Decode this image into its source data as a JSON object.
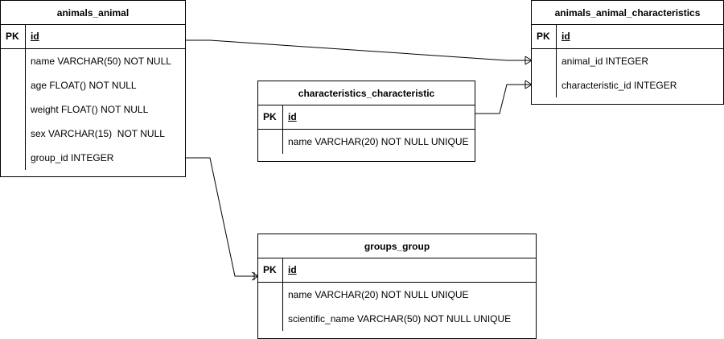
{
  "entities": {
    "animals_animal": {
      "title": "animals_animal",
      "pk_label": "PK",
      "pk_field": "id",
      "fields": [
        "name VARCHAR(50) NOT NULL",
        "age FLOAT() NOT NULL",
        "weight FLOAT() NOT NULL",
        "sex VARCHAR(15)  NOT NULL",
        "group_id INTEGER"
      ]
    },
    "animals_animal_characteristics": {
      "title": "animals_animal_characteristics",
      "pk_label": "PK",
      "pk_field": "id",
      "fields": [
        "animal_id INTEGER",
        "characteristic_id INTEGER"
      ]
    },
    "characteristics_characteristic": {
      "title": "characteristics_characteristic",
      "pk_label": "PK",
      "pk_field": "id",
      "fields": [
        "name VARCHAR(20) NOT NULL UNIQUE"
      ]
    },
    "groups_group": {
      "title": "groups_group",
      "pk_label": "PK",
      "pk_field": "id",
      "fields": [
        "name VARCHAR(20) NOT NULL UNIQUE",
        "scientific_name VARCHAR(50) NOT NULL UNIQUE"
      ]
    }
  },
  "relationships": [
    {
      "from": "animals_animal.id",
      "to": "animals_animal_characteristics.animal_id",
      "cardinality": "one-to-many"
    },
    {
      "from": "characteristics_characteristic.id",
      "to": "animals_animal_characteristics.characteristic_id",
      "cardinality": "one-to-many"
    },
    {
      "from": "animals_animal.group_id",
      "to": "groups_group.id",
      "cardinality": "many-to-one"
    }
  ],
  "colors": {
    "line": "#000000",
    "background": "#ffffff"
  }
}
